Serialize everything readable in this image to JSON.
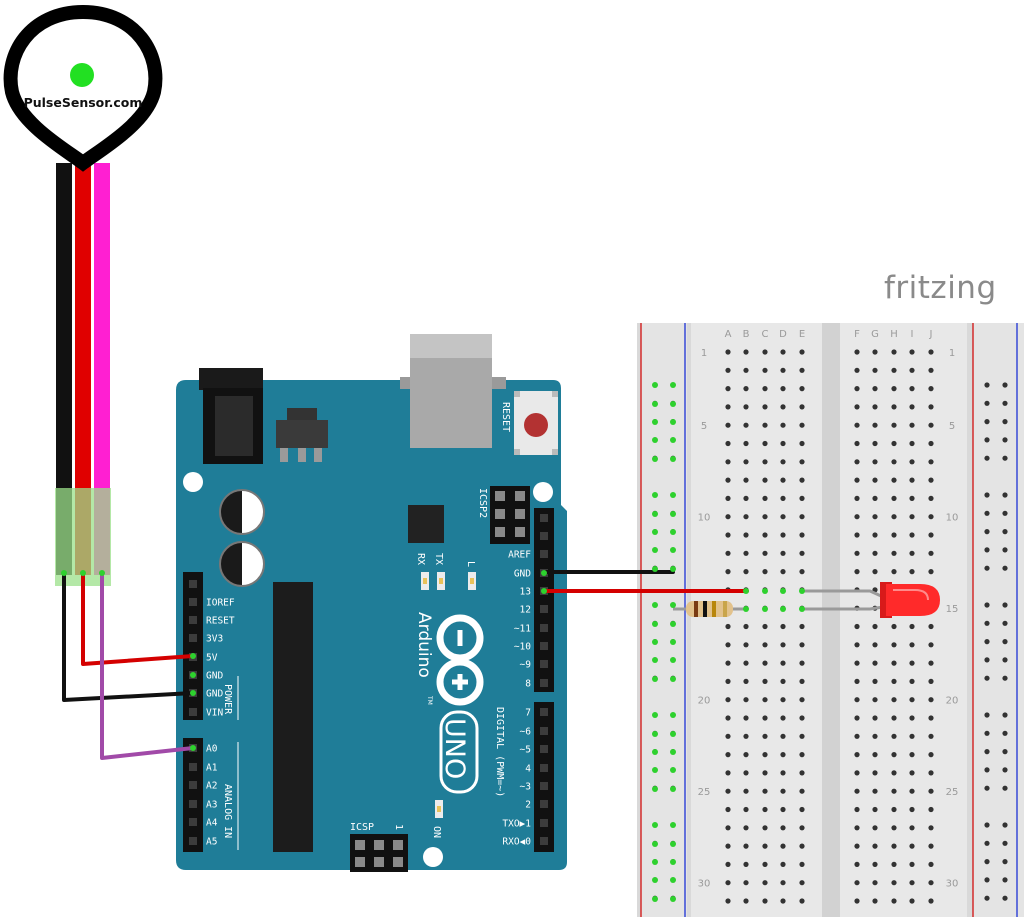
{
  "logo": "fritzing",
  "sensor": {
    "label": "PulseSensor.com"
  },
  "arduino": {
    "reset_label": "RESET",
    "icsp2_label": "ICSP2",
    "icsp_label": "ICSP",
    "icsp_one": "1",
    "rx_label": "RX",
    "tx_label": "TX",
    "l_label": "L",
    "on_label": "ON",
    "brand": "Arduino",
    "model": "UNO",
    "tm": "TM",
    "power_label": "POWER",
    "analog_label": "ANALOG IN",
    "digital_label": "DIGITAL (PWM=~)",
    "left_pins": [
      "IOREF",
      "RESET",
      "3V3",
      "5V",
      "GND",
      "GND",
      "VIN",
      "A0",
      "A1",
      "A2",
      "A3",
      "A4",
      "A5"
    ],
    "right_pins": [
      "AREF",
      "GND",
      "13",
      "12",
      "~11",
      "~10",
      "~9",
      "8",
      "7",
      "~6",
      "~5",
      "4",
      "~3",
      "2",
      "TXO▶1",
      "RXO◀0"
    ]
  },
  "breadboard": {
    "column_letters": [
      "A",
      "B",
      "C",
      "D",
      "E",
      "F",
      "G",
      "H",
      "I",
      "J"
    ],
    "row_numbers": [
      "1",
      "5",
      "10",
      "15",
      "20",
      "25",
      "30"
    ]
  },
  "colors": {
    "board": "#1f7d98",
    "wire_black": "#111111",
    "wire_red": "#e00000",
    "wire_pink": "#ff1fd2",
    "wire_purple": "#a14aa8",
    "led": "#ff2424",
    "sensor_dot": "#22e022"
  }
}
